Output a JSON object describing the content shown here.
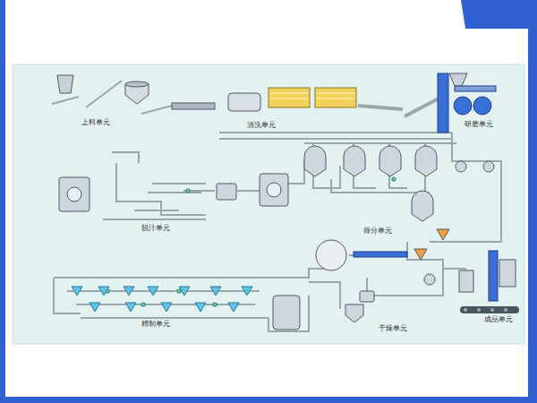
{
  "diagram": {
    "labels": [
      "上料单元",
      "清洗单元",
      "研磨单元",
      "脱汁单元",
      "筛分单元",
      "精制单元",
      "干燥单元",
      "成品单元"
    ]
  }
}
